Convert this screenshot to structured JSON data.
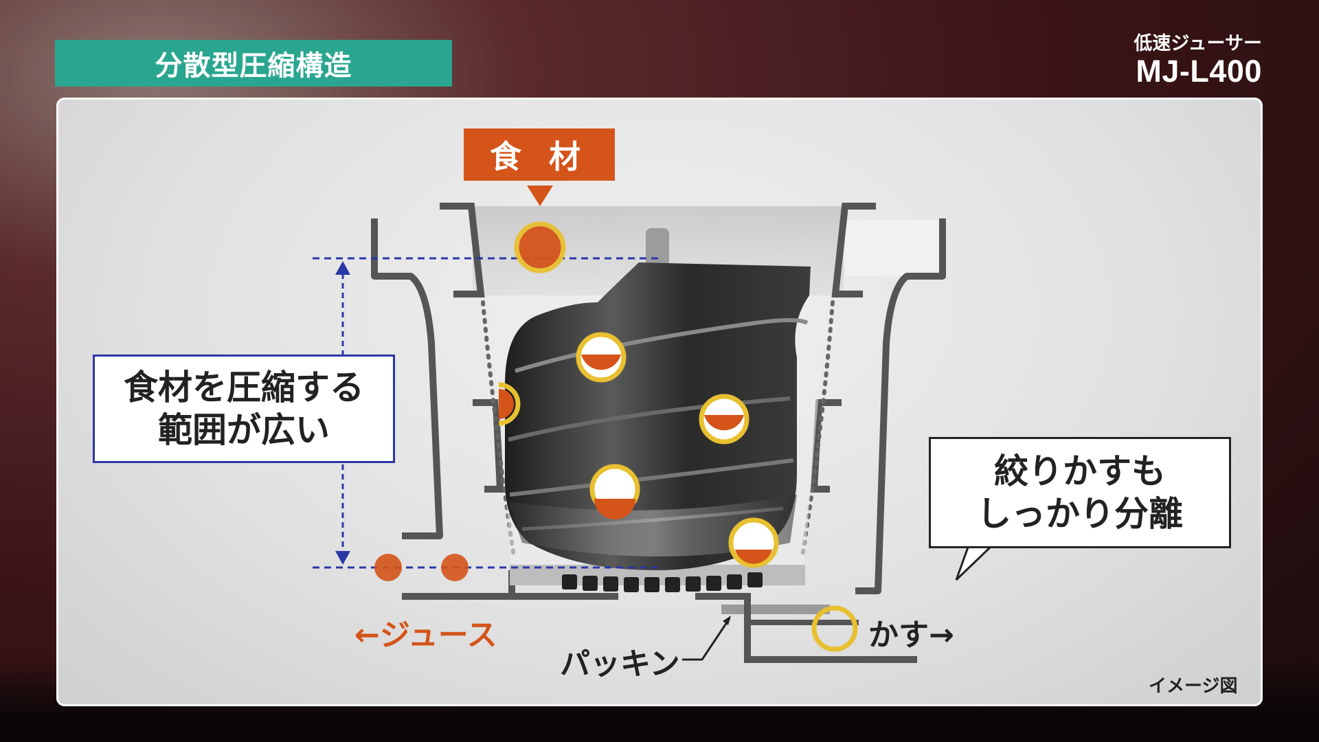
{
  "title": "分散型圧縮構造",
  "product": {
    "subtitle": "低速ジューサー",
    "model": "MJ-L400"
  },
  "labels": {
    "food": "食 材",
    "compress_line1": "食材を圧縮する",
    "compress_line2": "範囲が広い",
    "separate_line1": "絞りかすも",
    "separate_line2": "しっかり分離",
    "juice": "←ジュース",
    "packing": "パッキン",
    "kasu": "かす→",
    "image_note": "イメージ図"
  },
  "colors": {
    "title_bg": "#2aa690",
    "food_accent": "#d4541a",
    "dashed_line": "#2a37a7",
    "ring": "#e8c030"
  },
  "icons": [
    "arrow-down-icon",
    "double-arrow-icon",
    "speech-pointer-icon"
  ]
}
